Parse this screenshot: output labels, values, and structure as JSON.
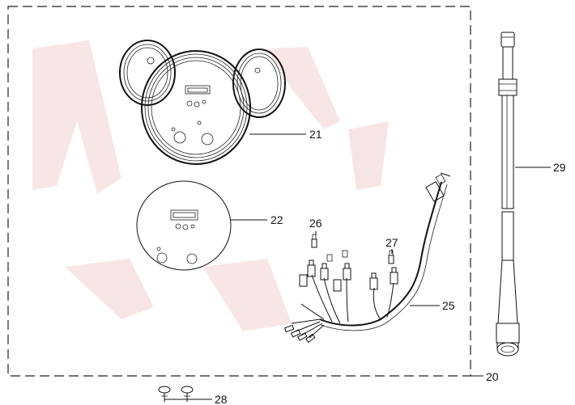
{
  "callouts": {
    "p20": "20",
    "p21": "21",
    "p22": "22",
    "p25": "25",
    "p26": "26",
    "p27": "27",
    "p28": "28",
    "p29": "29"
  }
}
